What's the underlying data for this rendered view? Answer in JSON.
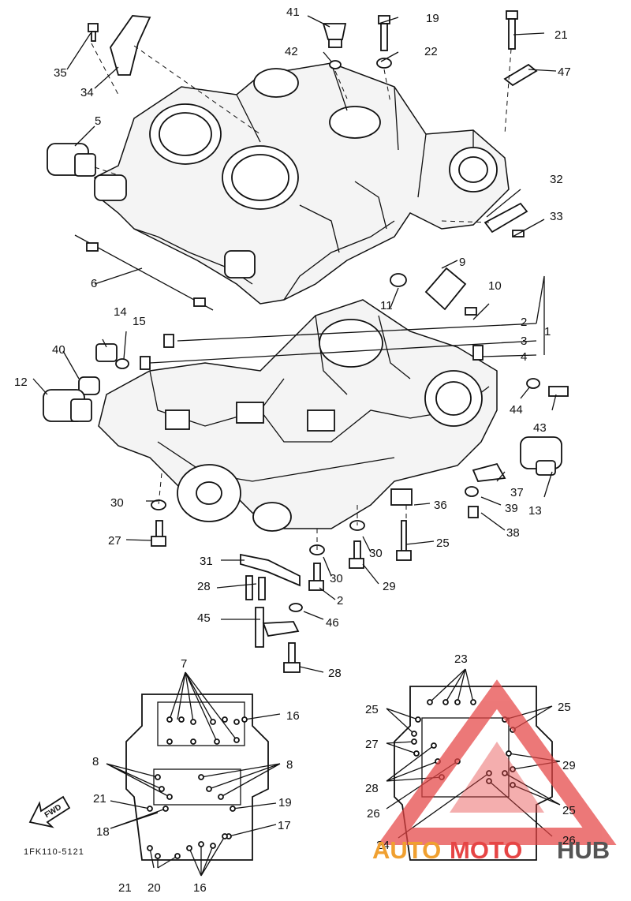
{
  "diagram": {
    "code": "1FK110-5121",
    "fwd": "FWD",
    "parts": [
      "1",
      "2",
      "3",
      "4",
      "5",
      "6",
      "7",
      "8",
      "9",
      "10",
      "11",
      "12",
      "13",
      "14",
      "15",
      "16",
      "17",
      "18",
      "19",
      "20",
      "21",
      "22",
      "23",
      "24",
      "25",
      "26",
      "27",
      "28",
      "29",
      "30",
      "31",
      "32",
      "33",
      "34",
      "35",
      "36",
      "37",
      "38",
      "39",
      "40",
      "41",
      "42",
      "43",
      "44",
      "45",
      "46",
      "47"
    ]
  },
  "watermark": {
    "auto": "AUTO",
    "moto": "MOTO",
    "hub": "HUB",
    "colors": {
      "red": "#e64545",
      "orange": "#f0a030",
      "gray": "#555555"
    }
  }
}
